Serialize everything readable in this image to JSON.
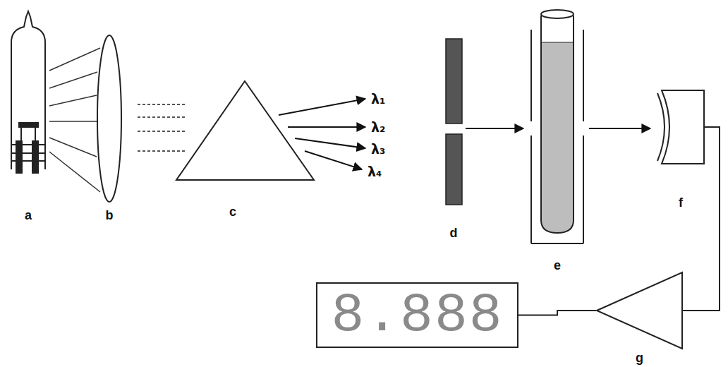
{
  "diagram": {
    "nodes": [
      {
        "text": [
          "f"
        ]
      },
      {
        "text": [
          "g"
        ]
      },
      {
        "text": [
          "8.888"
        ]
      }
    ],
    "edges": [
      {
        "from": 0,
        "to": 1,
        "arrow": "none"
      },
      {
        "from": 1,
        "to": 2,
        "arrow": "none"
      }
    ],
    "labels": [
      "a",
      "b",
      "c",
      "λ₁",
      "λ₂",
      "λ₃",
      "λ₄",
      "d",
      "e"
    ]
  }
}
